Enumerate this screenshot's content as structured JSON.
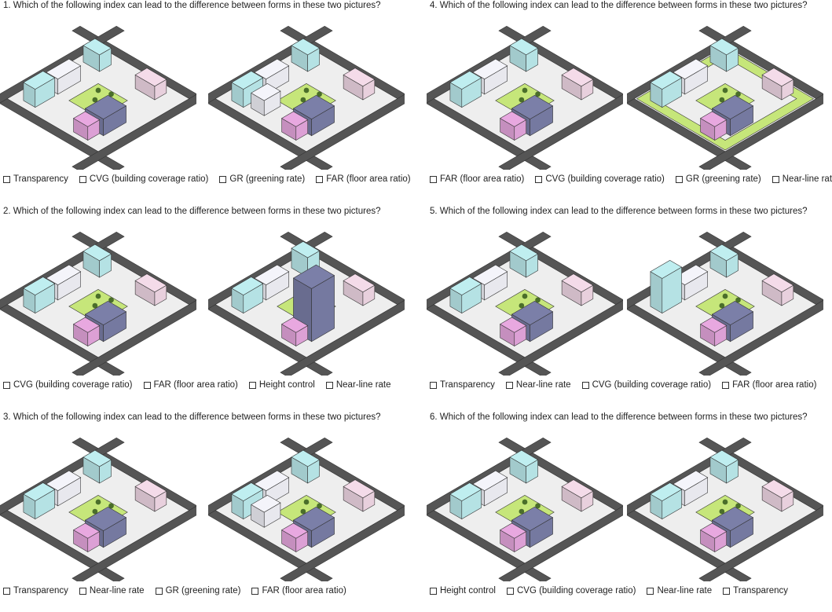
{
  "questions": [
    {
      "title": "1. Which of the following index can lead to the difference between forms in these two pictures?",
      "options": [
        "Transparency",
        "CVG (building coverage ratio)",
        "GR (greening rate)",
        "FAR (floor area ratio)"
      ]
    },
    {
      "title": "2. Which of the following index can lead to the difference between forms in these two pictures?",
      "options": [
        "CVG (building coverage ratio)",
        "FAR (floor area ratio)",
        "Height control",
        "Near-line rate"
      ]
    },
    {
      "title": "3. Which of the following index can lead to the difference between forms in these two pictures?",
      "options": [
        "Transparency",
        "Near-line rate",
        "GR (greening rate)",
        "FAR (floor area ratio)"
      ]
    },
    {
      "title": "4. Which of the following index can lead to the difference between forms in these two pictures?",
      "options": [
        "FAR (floor area ratio)",
        "CVG (building coverage ratio)",
        "GR (greening rate)",
        "Near-line rate"
      ]
    },
    {
      "title": "5. Which of the following index can lead to the difference between forms in these two pictures?",
      "options": [
        "Transparency",
        "Near-line rate",
        "CVG (building coverage ratio)",
        "FAR (floor area ratio)"
      ]
    },
    {
      "title": "6. Which of the following index can lead to the difference between forms in these two pictures?",
      "options": [
        "Height control",
        "CVG (building coverage ratio)",
        "Near-line rate",
        "Transparency"
      ]
    }
  ],
  "colors": {
    "road": "#555555",
    "block": "#eeeeee",
    "green": "#c6e67a",
    "cyan": "#bfeef0",
    "white": "#f4f4fa",
    "navy": "#7b7fa8",
    "pink": "#e8a8e0",
    "lightpink": "#f4dbe9",
    "tree": "#4a6e2a"
  }
}
